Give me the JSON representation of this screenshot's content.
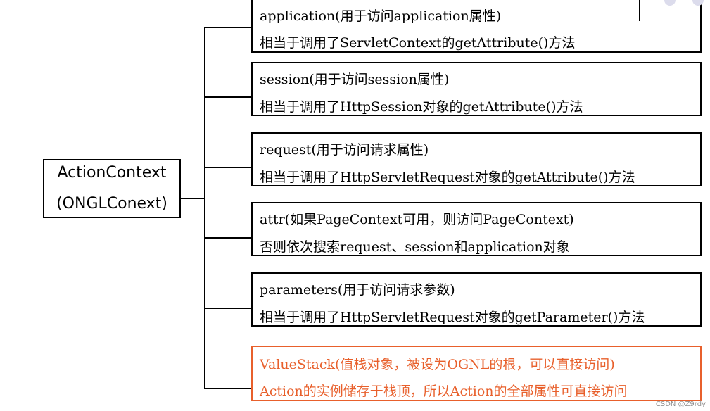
{
  "root": {
    "line1": "ActionContext",
    "line2": "(ONGLConext)"
  },
  "nodes": [
    {
      "line1": "application(用于访问application属性)",
      "line2": "相当于调用了ServletContext的getAttribute()方法"
    },
    {
      "line1": "session(用于访问session属性)",
      "line2": "相当于调用了HttpSession对象的getAttribute()方法"
    },
    {
      "line1": "request(用于访问请求属性)",
      "line2": "相当于调用了HttpServletRequest对象的getAttribute()方法"
    },
    {
      "line1": "attr(如果PageContext可用，则访问PageContext)",
      "line2": "否则依次搜索request、session和application对象"
    },
    {
      "line1": "parameters(用于访问请求参数)",
      "line2": "相当于调用了HttpServletRequest对象的getParameter()方法"
    },
    {
      "line1": "ValueStack(值栈对象，被设为OGNL的根，可以直接访问)",
      "line2": "Action的实例储存于栈顶，所以Action的全部属性可直接访问"
    }
  ],
  "colors": {
    "border": "#000000",
    "highlight": "#e8602c",
    "background": "#ffffff"
  },
  "watermark": "CSDN @Z9rdy"
}
